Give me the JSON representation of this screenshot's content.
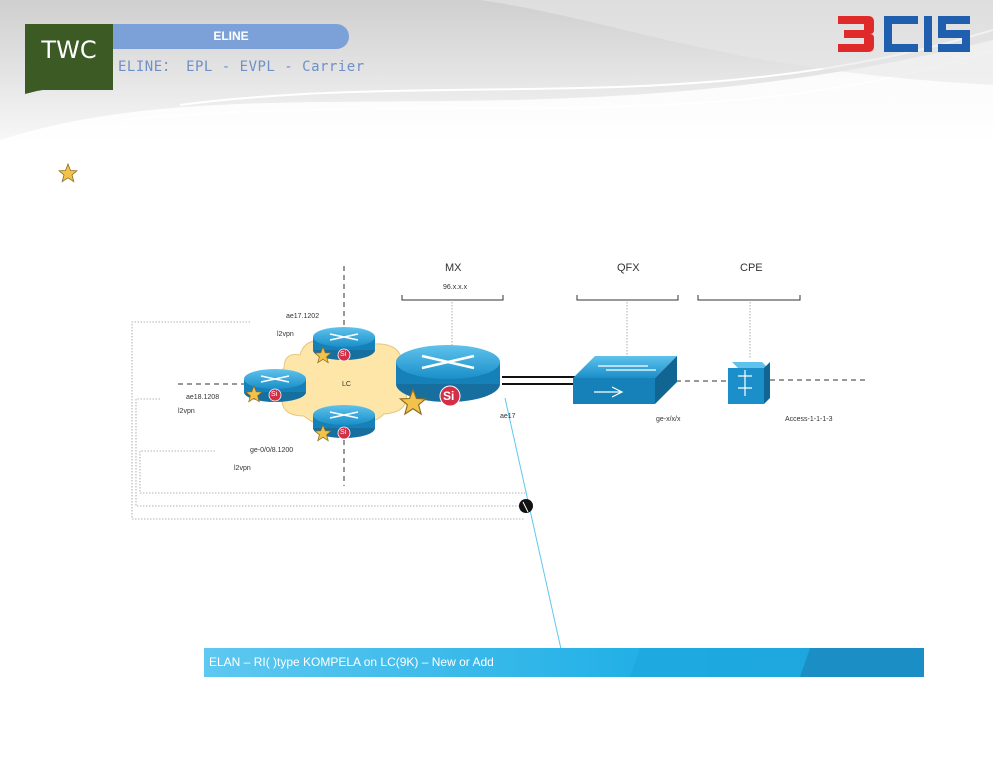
{
  "header": {
    "badge": "TWC",
    "section": "ELINE",
    "subtitle": "ELINE： EPL - EVPL - Carrier",
    "logo_text": "3CIS"
  },
  "diagram": {
    "columns": {
      "mx": "MX",
      "qfx": "QFX",
      "cpe": "CPE"
    },
    "mx_sub": "96.x.x.x",
    "labels": {
      "ae17_1202": "ae17.1202",
      "l2vpn_top": "l2vpn",
      "lc": "LC",
      "ae18_1208": "ae18.1208",
      "l2vpn_left": "l2vpn",
      "ge_1200": "ge-0/0/8.1200",
      "l2vpn_bottom": "l2vpn",
      "ae17": "ae17",
      "ge_port": "ge-x/x/x",
      "access": "Access-1-1-1-3"
    },
    "router_badge": "Si"
  },
  "banner": {
    "text": "ELAN – RI(      )type KOMPELA on LC(9K) – New or Add"
  },
  "colors": {
    "badge_green": "#3b5a24",
    "pill_blue": "#7ba1d8",
    "device_blue": "#1a8fc9",
    "banner_blue": "#1ea8e0",
    "star_gold": "#f2c24a",
    "cloud": "#fde6a8",
    "logo_red": "#e02a2a",
    "logo_blue": "#1f5fae"
  }
}
